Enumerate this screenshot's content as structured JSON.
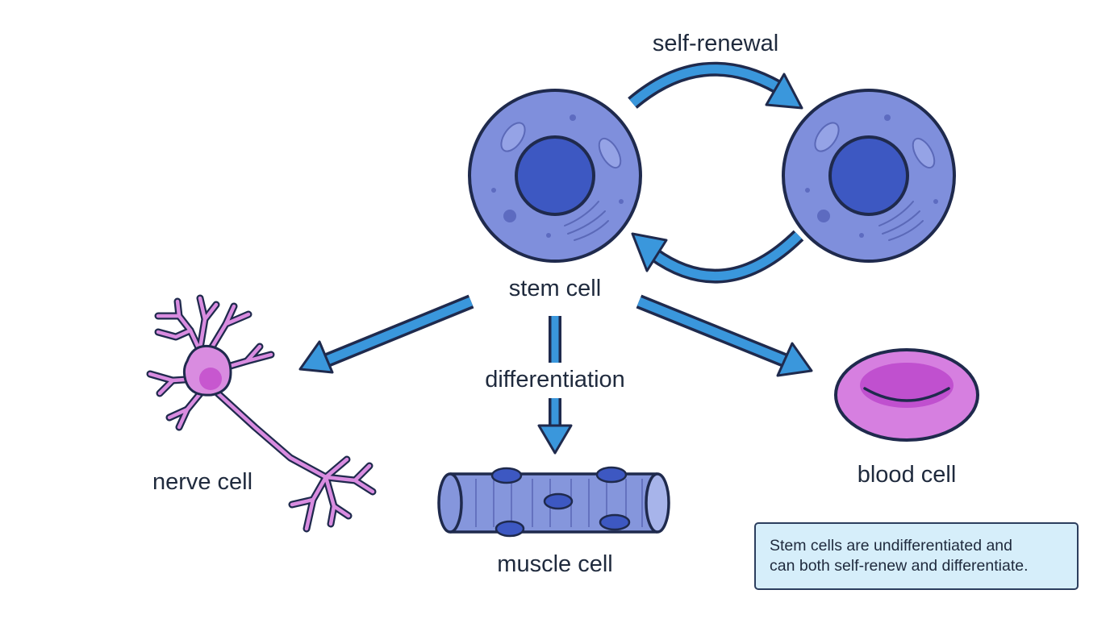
{
  "labels": {
    "self_renewal": "self-renewal",
    "stem_cell": "stem cell",
    "differentiation": "differentiation",
    "nerve_cell": "nerve cell",
    "muscle_cell": "muscle cell",
    "blood_cell": "blood cell"
  },
  "note": {
    "line1": "Stem cells are undifferentiated and",
    "line2": "can both self-renew and differentiate."
  },
  "colors": {
    "arrow": "#3a97dc",
    "stem_cell_body": "#7f8fdc",
    "stem_cell_nucleus": "#3d58c2",
    "neuron": "#d98ce0",
    "blood_cell": "#d67fe0",
    "muscle": "#8596dc",
    "outline": "#1f2a4d",
    "note_background": "#d6eefa"
  }
}
